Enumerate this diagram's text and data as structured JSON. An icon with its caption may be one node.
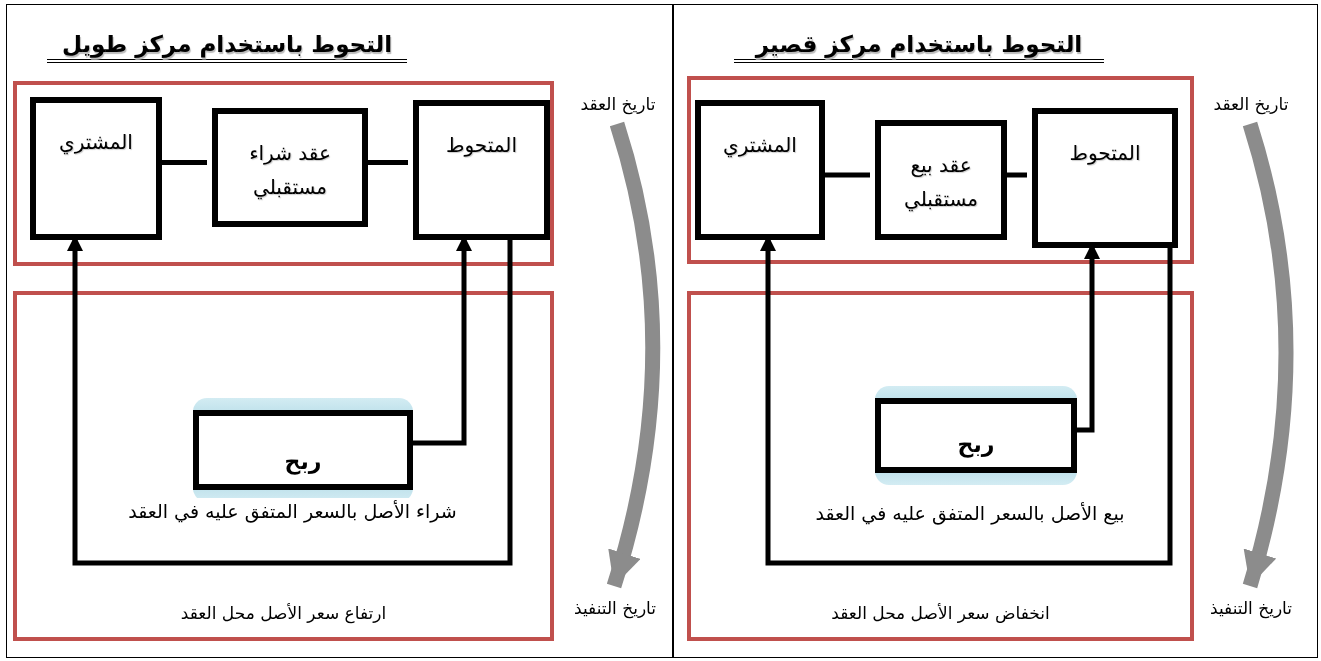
{
  "diagram": {
    "nodes": [
      {
        "text": [
          "التحوط باستخدام مركز قصير"
        ]
      },
      {
        "text": [
          "تاريخ العقد"
        ],
        "in": 0
      },
      {
        "text": [
          "تاريخ التنفيذ"
        ],
        "in": 0
      },
      {
        "text": [],
        "shape": "box",
        "in": 0
      },
      {
        "text": [
          "المتحوط"
        ],
        "in": 3
      },
      {
        "text": [
          "عقد بيع مستقبلي"
        ],
        "in": 3
      },
      {
        "text": [
          "المشتري"
        ],
        "in": 3
      },
      {
        "text": [
          "انخفاض سعر الأصل محل العقد"
        ],
        "in": 0
      },
      {
        "text": [
          "ربح"
        ],
        "in": 7
      },
      {
        "text": [
          "التحوط باستخدام مركز طويل"
        ]
      },
      {
        "text": [
          "تاريخ العقد"
        ],
        "in": 9
      },
      {
        "text": [
          "تاريخ التنفيذ"
        ],
        "in": 9
      },
      {
        "text": [],
        "shape": "box",
        "in": 9
      },
      {
        "text": [
          "المتحوط"
        ],
        "in": 12
      },
      {
        "text": [
          "عقد شراء مستقبلي"
        ],
        "in": 12
      },
      {
        "text": [
          "المشتري"
        ],
        "in": 12
      },
      {
        "text": [
          "ارتفاع سعر الأصل محل العقد"
        ],
        "in": 9
      },
      {
        "text": [
          "ربح"
        ],
        "in": 16
      }
    ],
    "edges": [
      {
        "from": 6,
        "to": 5,
        "arrow": "none"
      },
      {
        "from": 5,
        "to": 4,
        "arrow": "none"
      },
      {
        "from": 4,
        "to": 6,
        "arrow": "to",
        "label": "بيع الأصل بالسعر المتفق عليه في العقد"
      },
      {
        "from": 8,
        "to": 4,
        "arrow": "to"
      },
      {
        "from": 1,
        "to": 2,
        "arrow": "to",
        "style": "thick",
        "color": "#8c8c8c"
      },
      {
        "from": 15,
        "to": 14,
        "arrow": "none"
      },
      {
        "from": 14,
        "to": 13,
        "arrow": "none"
      },
      {
        "from": 13,
        "to": 15,
        "arrow": "to",
        "label": "شراء الأصل بالسعر المتفق عليه في العقد"
      },
      {
        "from": 17,
        "to": 13,
        "arrow": "to"
      },
      {
        "from": 10,
        "to": 11,
        "arrow": "to",
        "style": "thick",
        "color": "#8c8c8c"
      }
    ]
  }
}
